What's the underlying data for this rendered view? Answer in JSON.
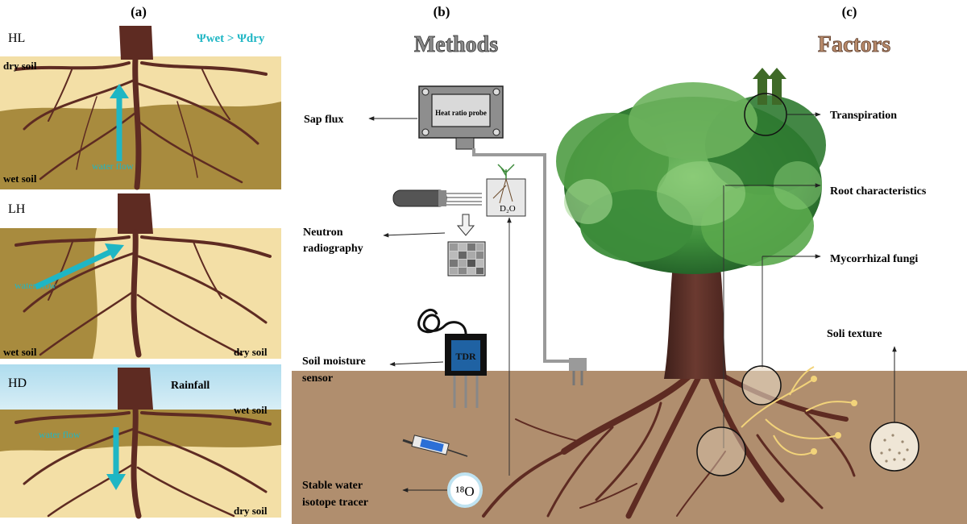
{
  "panel_a": {
    "label": "(a)",
    "formula": "Ψwet > Ψdry",
    "hl": {
      "code": "HL",
      "top_label": "dry soil",
      "bottom_label": "wet soil",
      "flow_label": "water flow"
    },
    "lh": {
      "code": "LH",
      "left_label": "wet soil",
      "right_label": "dry soil",
      "flow_label": "water flow"
    },
    "hd": {
      "code": "HD",
      "rain_label": "Rainfall",
      "wet_label": "wet soil",
      "dry_label": "dry soil",
      "flow_label": "water flow"
    }
  },
  "panel_b": {
    "label": "(b)",
    "title": "Methods",
    "probe_text": "Heat ratio probe",
    "d2o": "D₂O",
    "tdr": "TDR",
    "isotope": "¹⁸O",
    "labels": {
      "sap_flux": "Sap flux",
      "neutron_1": "Neutron",
      "neutron_2": "radiography",
      "soil_1": "Soil moisture",
      "soil_2": "sensor",
      "isotope_1": "Stable water",
      "isotope_2": "isotope tracer"
    }
  },
  "panel_c": {
    "label": "(c)",
    "title": "Factors",
    "labels": {
      "transpiration": "Transpiration",
      "root_char": "Root characteristics",
      "mycorrhizal": "Mycorrhizal fungi",
      "soil_texture": "Soli texture"
    }
  },
  "colors": {
    "dry_soil": "#f3dfa6",
    "wet_soil": "#a88b3e",
    "root": "#5e2b22",
    "flow_arrow": "#1fb6c4",
    "ground": "#b08e6e",
    "canopy": "#3c8a3a",
    "sky": "#bfe3f1",
    "tdr_box": "#1f62a3"
  }
}
